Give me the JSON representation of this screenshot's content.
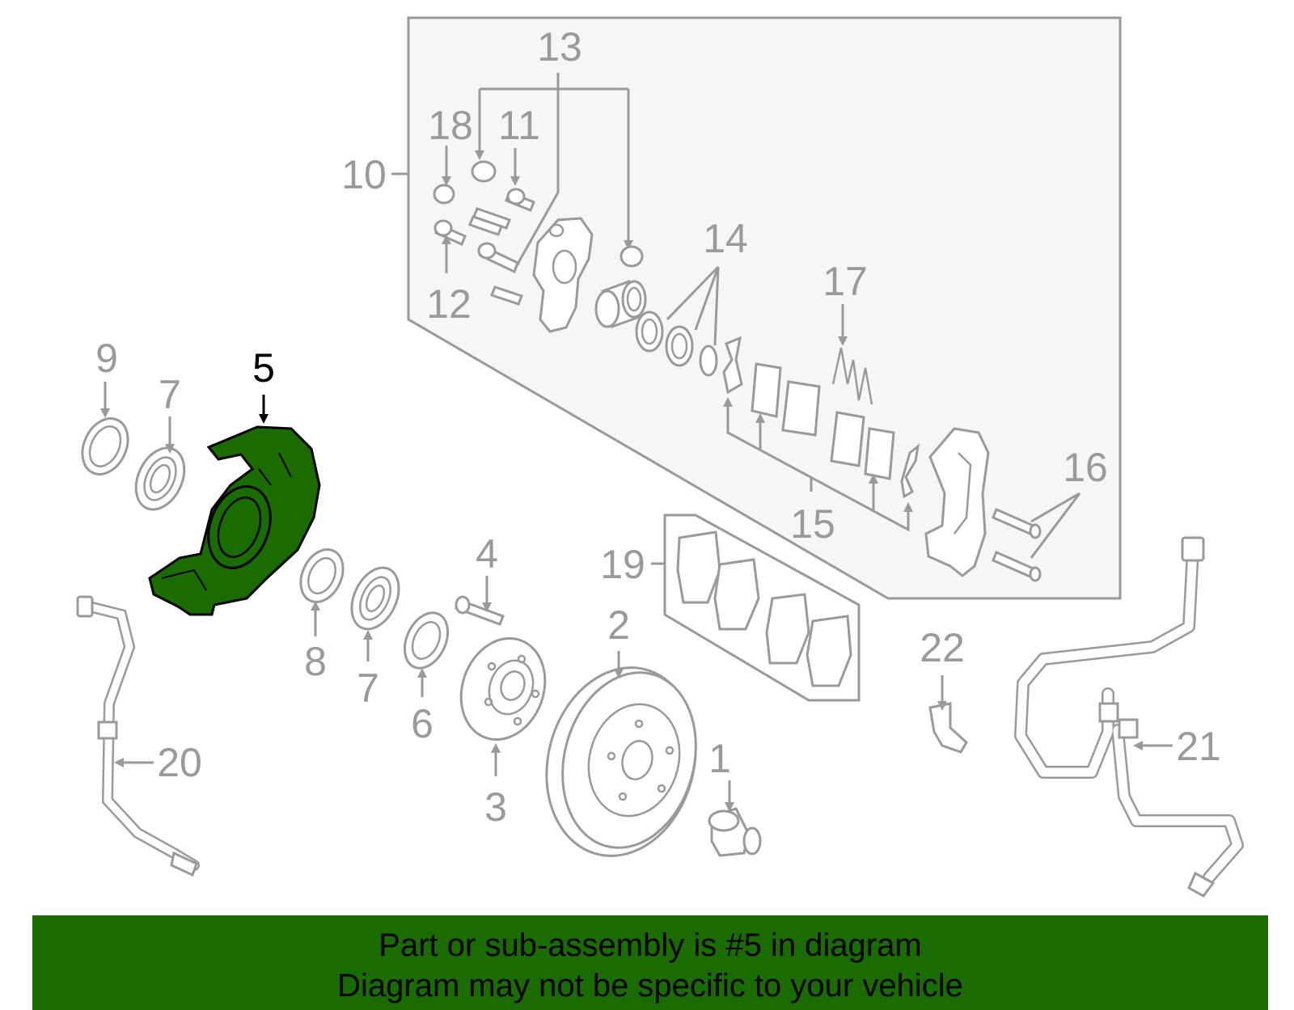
{
  "colors": {
    "highlight_part": "#1a6b00",
    "banner": "#1a6b00",
    "parts_gray": "#9a9a9a",
    "box_fill": "#f6f6f6"
  },
  "callouts": [
    {
      "id": "1",
      "text": "1"
    },
    {
      "id": "2",
      "text": "2"
    },
    {
      "id": "3",
      "text": "3"
    },
    {
      "id": "4",
      "text": "4"
    },
    {
      "id": "5",
      "text": "5"
    },
    {
      "id": "6",
      "text": "6"
    },
    {
      "id": "7a",
      "text": "7"
    },
    {
      "id": "7b",
      "text": "7"
    },
    {
      "id": "8",
      "text": "8"
    },
    {
      "id": "9",
      "text": "9"
    },
    {
      "id": "10",
      "text": "10"
    },
    {
      "id": "11",
      "text": "11"
    },
    {
      "id": "12",
      "text": "12"
    },
    {
      "id": "13",
      "text": "13"
    },
    {
      "id": "14",
      "text": "14"
    },
    {
      "id": "15",
      "text": "15"
    },
    {
      "id": "16",
      "text": "16"
    },
    {
      "id": "17",
      "text": "17"
    },
    {
      "id": "18",
      "text": "18"
    },
    {
      "id": "19",
      "text": "19"
    },
    {
      "id": "20",
      "text": "20"
    },
    {
      "id": "21",
      "text": "21"
    },
    {
      "id": "22",
      "text": "22"
    }
  ],
  "highlighted_callout": "5",
  "banner": {
    "line1": "Part or sub-assembly is #5 in diagram",
    "line2": "Diagram may not be specific to your vehicle"
  }
}
